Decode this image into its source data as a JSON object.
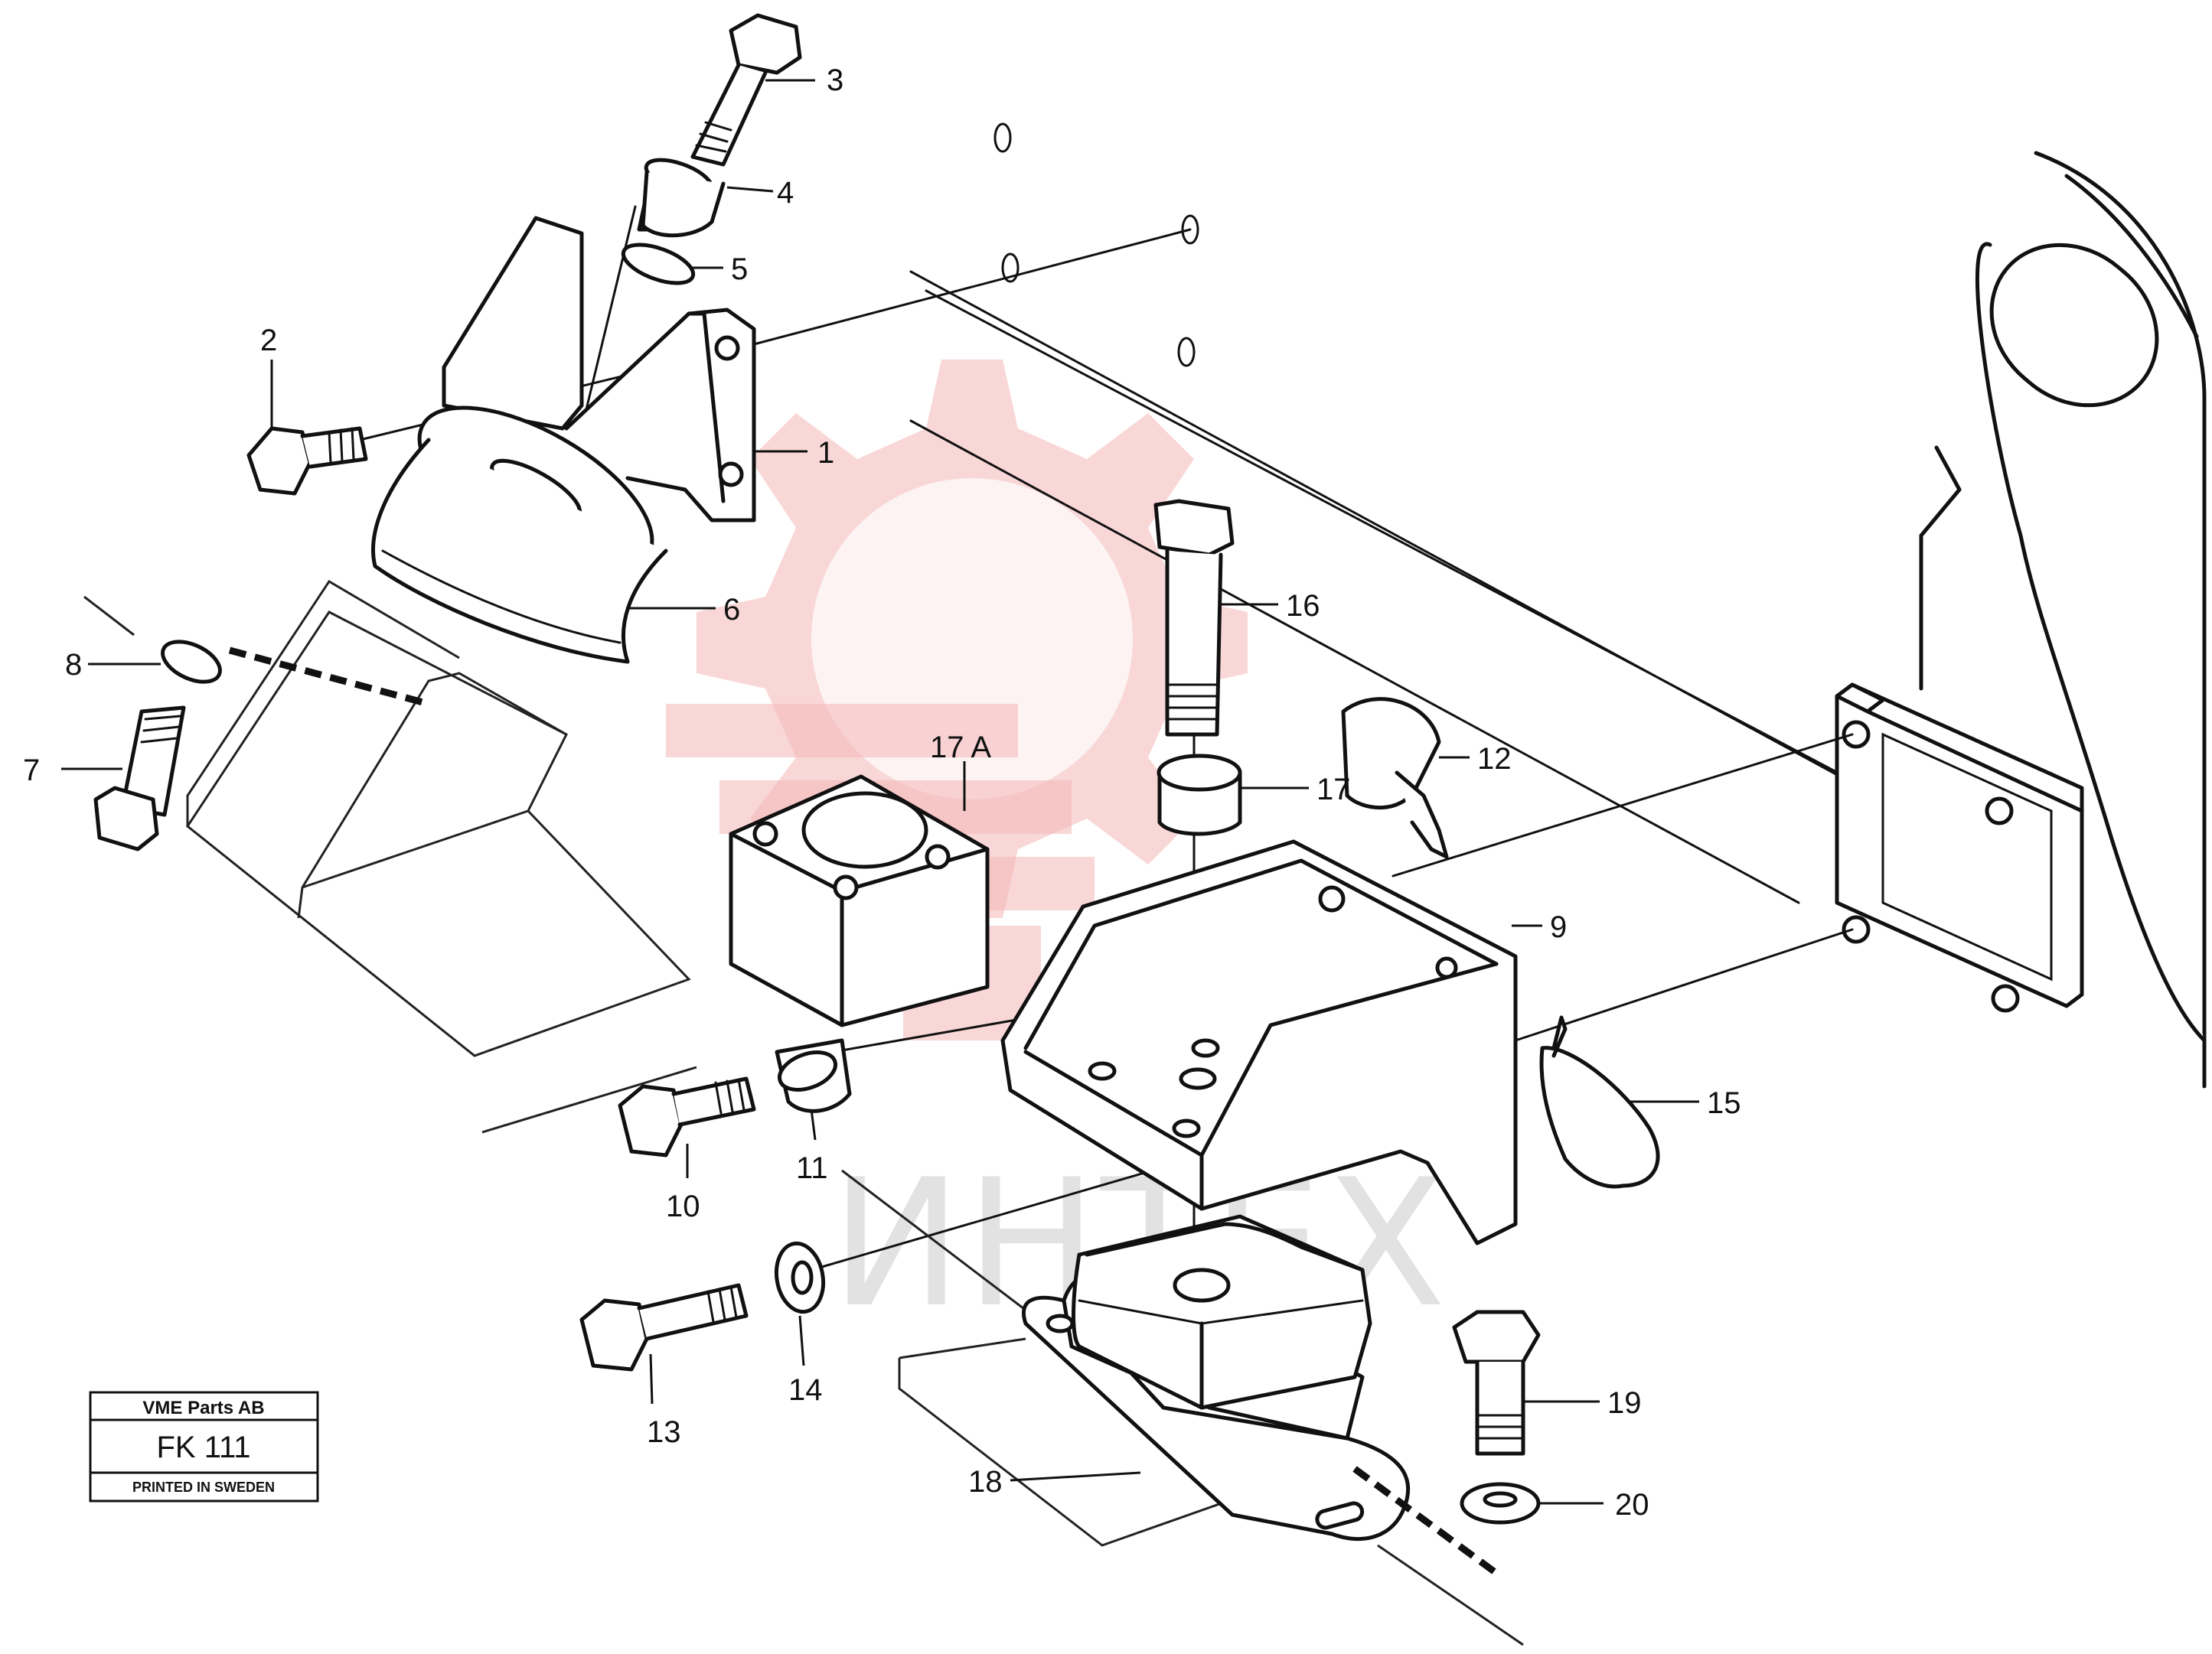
{
  "callouts": {
    "c1": "1",
    "c2": "2",
    "c3": "3",
    "c4": "4",
    "c5": "5",
    "c6": "6",
    "c7": "7",
    "c8": "8",
    "c9": "9",
    "c10": "10",
    "c11": "11",
    "c12": "12",
    "c13": "13",
    "c14": "14",
    "c15": "15",
    "c16": "16",
    "c17": "17",
    "c17a": "17 A",
    "c18": "18",
    "c19": "19",
    "c20": "20"
  },
  "plate": {
    "company": "VME Parts AB",
    "code": "FK 111",
    "printed": "PRINTED IN SWEDEN"
  },
  "watermark": {
    "text": "ИНТЕХ",
    "color": "#f4b6b6"
  }
}
